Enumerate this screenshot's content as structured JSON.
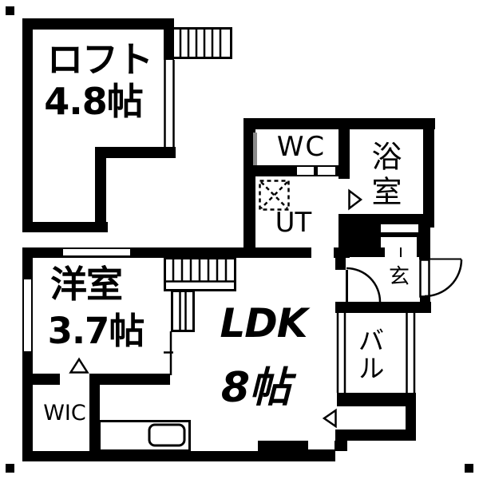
{
  "floorplan": {
    "rooms": {
      "loft": {
        "name": "ロフト",
        "size": "4.8帖"
      },
      "toilet": {
        "name": "WC"
      },
      "bathroom": {
        "name": "浴室"
      },
      "utility": {
        "name": "UT"
      },
      "western_room": {
        "name": "洋室",
        "size": "3.7帖"
      },
      "ldk": {
        "name": "LDK",
        "size": "8帖"
      },
      "walk_in_closet": {
        "name": "WIC"
      },
      "entrance": {
        "name": "玄"
      },
      "balcony": {
        "name": "バル"
      }
    },
    "icons": {
      "bathroom_door_arrow": "right-pointing-triangle",
      "storage_door_arrow": "left-pointing-triangle",
      "closet_door_marker": "up-pointing-triangle",
      "washing_machine_pan": "dashed-square-with-x",
      "stairs": "step-lines",
      "kitchen_sink": "rounded-rectangle",
      "door_swing": "quarter-circle-arc"
    },
    "colors": {
      "wall": "#000000",
      "floor": "#ffffff",
      "sliding_door": "#8a8a8a"
    }
  }
}
